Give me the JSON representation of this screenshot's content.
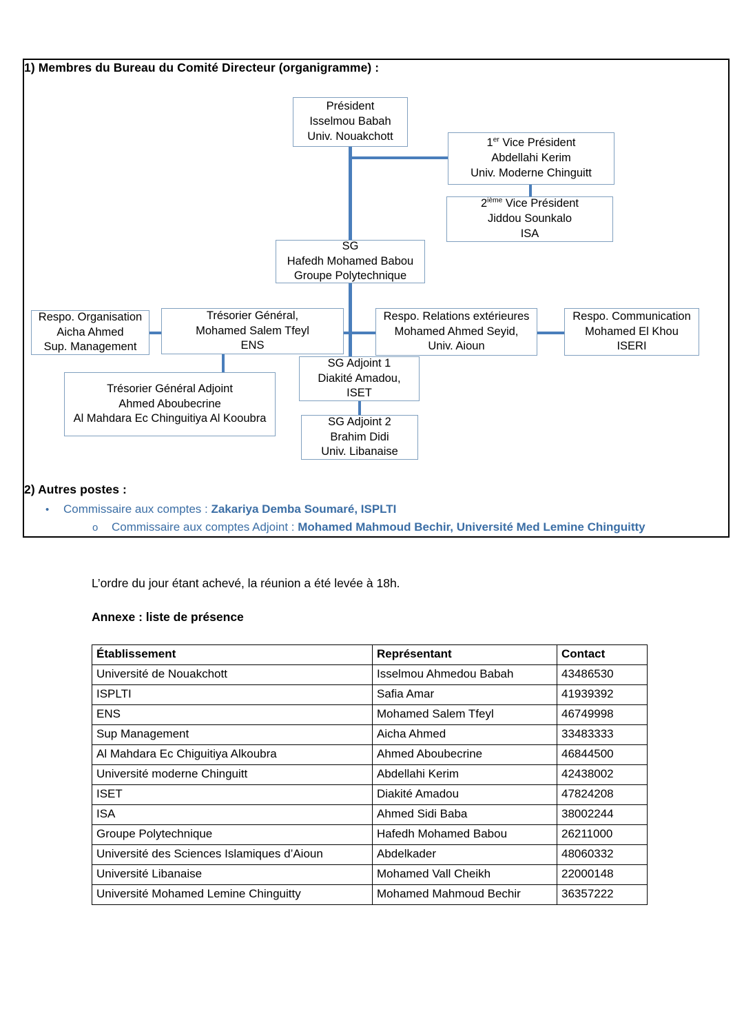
{
  "section1": {
    "heading": "1)   Membres du Bureau du Comité Directeur (organigramme) :",
    "org_chart": {
      "president": {
        "role": "Président",
        "name": "Isselmou Babah",
        "org": "Univ. Nouakchott"
      },
      "vice_president_1": {
        "role_pre": "1",
        "role_sup": "er",
        "role_post": " Vice Président",
        "name": "Abdellahi Kerim",
        "org": "Univ. Moderne Chinguitt"
      },
      "vice_president_2": {
        "role_pre": "2",
        "role_sup": "ième",
        "role_post": " Vice Président",
        "name": "Jiddou Sounkalo",
        "org": "ISA"
      },
      "secretaire_general": {
        "role": "SG",
        "name": "Hafedh Mohamed Babou",
        "org": "Groupe Polytechnique"
      },
      "respo_organisation": {
        "role": "Respo. Organisation",
        "name": "Aicha Ahmed",
        "org": "Sup. Management"
      },
      "tresorier_general": {
        "role": "Trésorier Général,",
        "name": "Mohamed Salem Tfeyl",
        "org": "ENS"
      },
      "respo_relations": {
        "role": "Respo. Relations extérieures",
        "name": "Mohamed Ahmed Seyid,",
        "org": "Univ. Aioun"
      },
      "respo_communication": {
        "role": "Respo. Communication",
        "name": "Mohamed El Khou",
        "org": "ISERI"
      },
      "tresorier_adjoint": {
        "role": "Trésorier Général  Adjoint",
        "name": "Ahmed Aboubecrine",
        "org": "Al Mahdara Ec Chinguitiya Al Kooubra"
      },
      "sg_adjoint_1": {
        "role": "SG Adjoint 1",
        "name": "Diakité Amadou,",
        "org": "ISET"
      },
      "sg_adjoint_2": {
        "role": "SG Adjoint 2",
        "name": "Brahim Didi",
        "org": "Univ. Libanaise"
      }
    }
  },
  "section2": {
    "heading": "2)   Autres postes :",
    "bullet1": {
      "marker": "•",
      "label": "Commissaire aux comptes : ",
      "value": "Zakariya Demba Soumaré, ISPLTI"
    },
    "bullet2": {
      "marker": "o",
      "label": "Commissaire aux comptes Adjoint : ",
      "value": "Mohamed Mahmoud Bechir, Université Med Lemine Chinguitty"
    }
  },
  "closing": {
    "paragraph": "L’ordre du jour étant achevé, la réunion a été levée à 18h.",
    "annex_title": "Annexe : liste de présence"
  },
  "attendance": {
    "headers": [
      "Établissement",
      "Représentant",
      "Contact"
    ],
    "rows": [
      [
        "Université de Nouakchott",
        "Isselmou Ahmedou Babah",
        "43486530"
      ],
      [
        "ISPLTI",
        "Safia Amar",
        "41939392"
      ],
      [
        "ENS",
        "Mohamed Salem Tfeyl",
        "46749998"
      ],
      [
        "Sup Management",
        "Aicha Ahmed",
        "33483333"
      ],
      [
        "Al Mahdara Ec Chiguitiya Alkoubra",
        "Ahmed Aboubecrine",
        "46844500"
      ],
      [
        "Université moderne Chinguitt",
        "Abdellahi Kerim",
        "42438002"
      ],
      [
        "ISET",
        "Diakité Amadou",
        "47824208"
      ],
      [
        "ISA",
        "Ahmed Sidi Baba",
        "38002244"
      ],
      [
        "Groupe Polytechnique",
        "Hafedh Mohamed Babou",
        "26211000"
      ],
      [
        "Université des Sciences Islamiques d’Aioun",
        "Abdelkader",
        "48060332"
      ],
      [
        "Université Libanaise",
        "Mohamed Vall Cheikh",
        "22000148"
      ],
      [
        "Université Mohamed Lemine Chinguitty",
        "Mohamed Mahmoud Bechir",
        "36357222"
      ]
    ]
  },
  "colors": {
    "connector": "#4a7ebb",
    "box_border": "#7f9fbf",
    "bullet_text": "#3b6ea5",
    "frame_border": "#000000"
  }
}
